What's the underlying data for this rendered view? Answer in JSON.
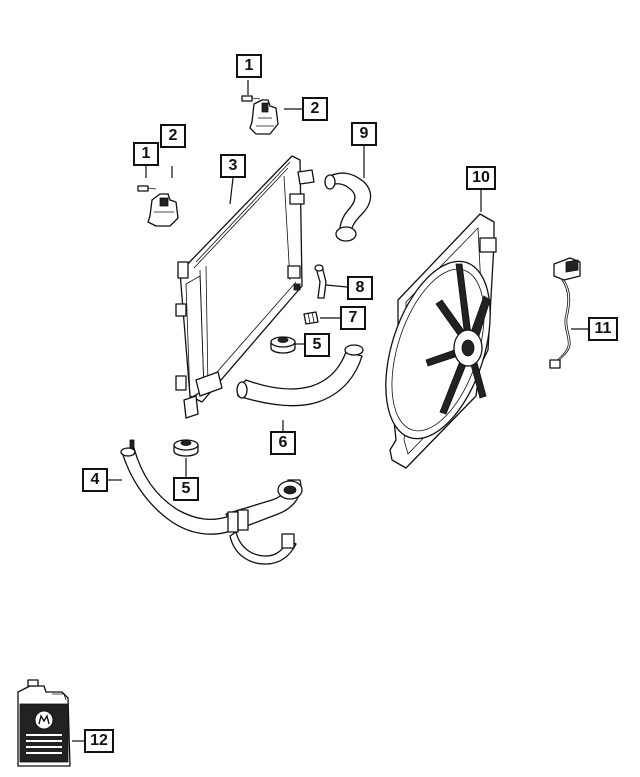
{
  "diagram": {
    "callouts": [
      {
        "id": "c1a",
        "label": "1"
      },
      {
        "id": "c2a",
        "label": "2"
      },
      {
        "id": "c1b",
        "label": "1"
      },
      {
        "id": "c2b",
        "label": "2"
      },
      {
        "id": "c3",
        "label": "3"
      },
      {
        "id": "c9",
        "label": "9"
      },
      {
        "id": "c10",
        "label": "10"
      },
      {
        "id": "c8",
        "label": "8"
      },
      {
        "id": "c7",
        "label": "7"
      },
      {
        "id": "c5a",
        "label": "5"
      },
      {
        "id": "c11",
        "label": "11"
      },
      {
        "id": "c6",
        "label": "6"
      },
      {
        "id": "c4",
        "label": "4"
      },
      {
        "id": "c5b",
        "label": "5"
      },
      {
        "id": "c12",
        "label": "12"
      }
    ]
  }
}
